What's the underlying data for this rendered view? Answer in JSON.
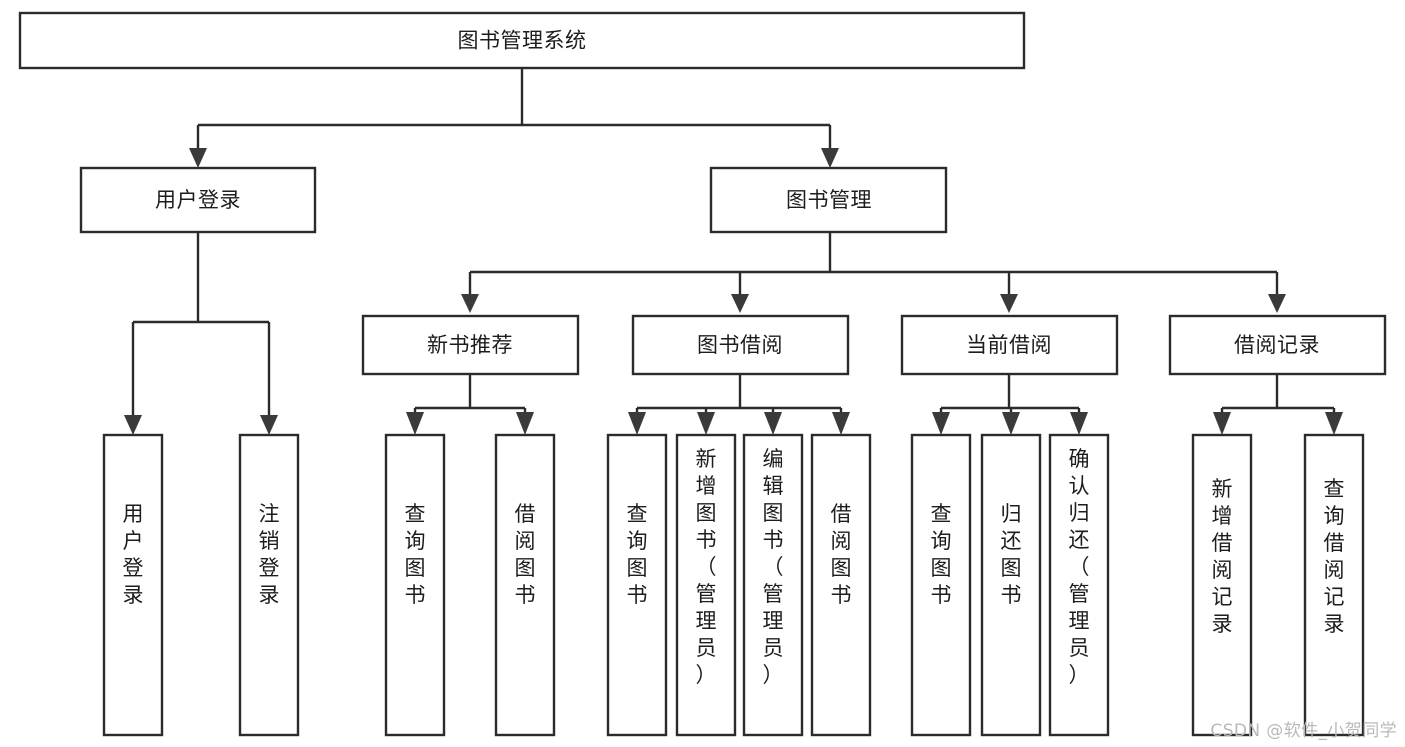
{
  "diagram": {
    "title": "图书管理系统",
    "type": "tree-hierarchy",
    "watermark": "CSDN @软件_小贺同学",
    "colors": {
      "box_fill": "#ffffff",
      "box_stroke": "#2b2b2b",
      "text": "#1d1d1d",
      "watermark": "#b9b9b9",
      "background": "#ffffff"
    },
    "levels": {
      "root": {
        "label": "图书管理系统"
      },
      "level2": [
        {
          "label": "用户登录"
        },
        {
          "label": "图书管理"
        }
      ],
      "level3": [
        {
          "label": "新书推荐"
        },
        {
          "label": "图书借阅"
        },
        {
          "label": "当前借阅"
        },
        {
          "label": "借阅记录"
        }
      ],
      "leaves": {
        "user_login": [
          {
            "label": "用户登录"
          },
          {
            "label": "注销登录"
          }
        ],
        "new_book_recommend": [
          {
            "label": "查询图书"
          },
          {
            "label": "借阅图书"
          }
        ],
        "book_borrow": [
          {
            "label": "查询图书"
          },
          {
            "label": "新增图书（管理员）"
          },
          {
            "label": "编辑图书（管理员）"
          },
          {
            "label": "借阅图书"
          }
        ],
        "current_borrow": [
          {
            "label": "查询图书"
          },
          {
            "label": "归还图书"
          },
          {
            "label": "确认归还（管理员）"
          }
        ],
        "borrow_records": [
          {
            "label": "新增借阅记录"
          },
          {
            "label": "查询借阅记录"
          }
        ]
      }
    }
  }
}
